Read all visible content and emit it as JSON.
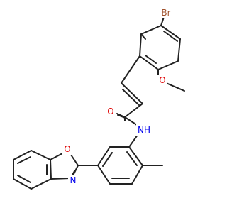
{
  "molecule": {
    "atoms": {
      "br": {
        "symbol": "Br",
        "color": "#a0522d"
      },
      "o_methoxy": {
        "symbol": "O",
        "color": "#e00000"
      },
      "o_carbonyl": {
        "symbol": "O",
        "color": "#e00000"
      },
      "nh": {
        "symbol": "NH",
        "color": "#0000ee"
      },
      "o_oxazole": {
        "symbol": "O",
        "color": "#e00000"
      },
      "n_oxazole": {
        "symbol": "N",
        "color": "#0000ee"
      }
    },
    "colors": {
      "bond": "#222222",
      "oxygen": "#e00000",
      "nitrogen": "#0000ee",
      "bromine": "#a0522d"
    }
  }
}
